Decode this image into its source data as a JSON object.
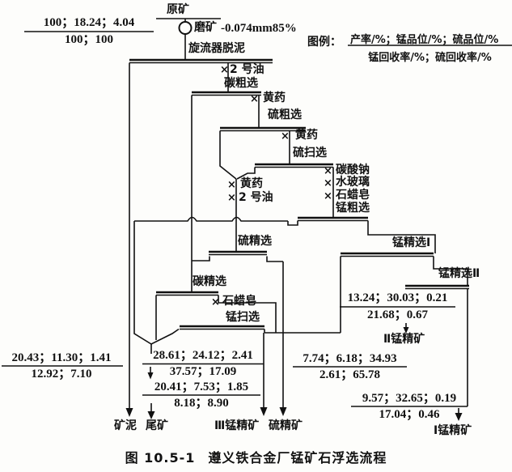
{
  "figure": {
    "number": "图 10.5-1",
    "title": "遵义铁合金厂锰矿石浮选流程"
  },
  "legend": {
    "label": "图例：",
    "numerator": "产率/%；锰品位/%；硫品位/%",
    "denominator": "锰回收率/%；硫回收率/%"
  },
  "feed": {
    "name": "原矿",
    "assay_top": "100；18.24；4.04",
    "assay_bottom": "100；100"
  },
  "grinding": {
    "name": "磨矿",
    "fineness": "-0.074mm85%"
  },
  "desliming": {
    "name": "旋流器脱泥"
  },
  "operations": {
    "carbon_rougher": "碳粗选",
    "sulfur_rougher": "硫粗选",
    "sulfur_scavenger": "硫扫选",
    "sulfur_cleaner": "硫精选",
    "carbon_cleaner": "碳精选",
    "mn_rougher": "锰粗选",
    "mn_scavenger": "锰扫选",
    "mn_cleaner_1": "锰精选Ⅰ",
    "mn_cleaner_2": "锰精选Ⅱ"
  },
  "reagents": {
    "mark": "×",
    "oil_no2_a": "2 号油",
    "xanthate_a": "黄药",
    "xanthate_b": "黄药",
    "xanthate_c": "黄药",
    "oil_no2_b": "2 号油",
    "sodium_carbonate": "碳酸钠",
    "water_glass": "水玻璃",
    "paraffin_soap_a": "石蜡皂",
    "paraffin_soap_b": "石蜡皂"
  },
  "products": {
    "slime": {
      "name": "矿泥",
      "assay_top": "20.43；11.30；1.41",
      "assay_bottom": "12.92；7.10"
    },
    "tailings": {
      "name": "尾矿",
      "assay_top": "20.41；7.53；1.85",
      "assay_bottom": "8.18；8.90"
    },
    "mn_concentrate_3": {
      "name": "Ⅲ锰精矿",
      "assay_top": "28.61；24.12；2.41",
      "assay_bottom": "37.57；17.09"
    },
    "sulfur_concentrate": {
      "name": "硫精矿",
      "assay_top": "7.74；6.18；34.93",
      "assay_bottom": "2.61；65.78"
    },
    "mn_concentrate_2": {
      "name": "Ⅱ锰精矿",
      "assay_top": "13.24；30.03；0.21",
      "assay_bottom": "21.68；0.67"
    },
    "mn_concentrate_1": {
      "name": "Ⅰ锰精矿",
      "assay_top": "9.57；32.65；0.19",
      "assay_bottom": "17.04；0.46"
    }
  }
}
